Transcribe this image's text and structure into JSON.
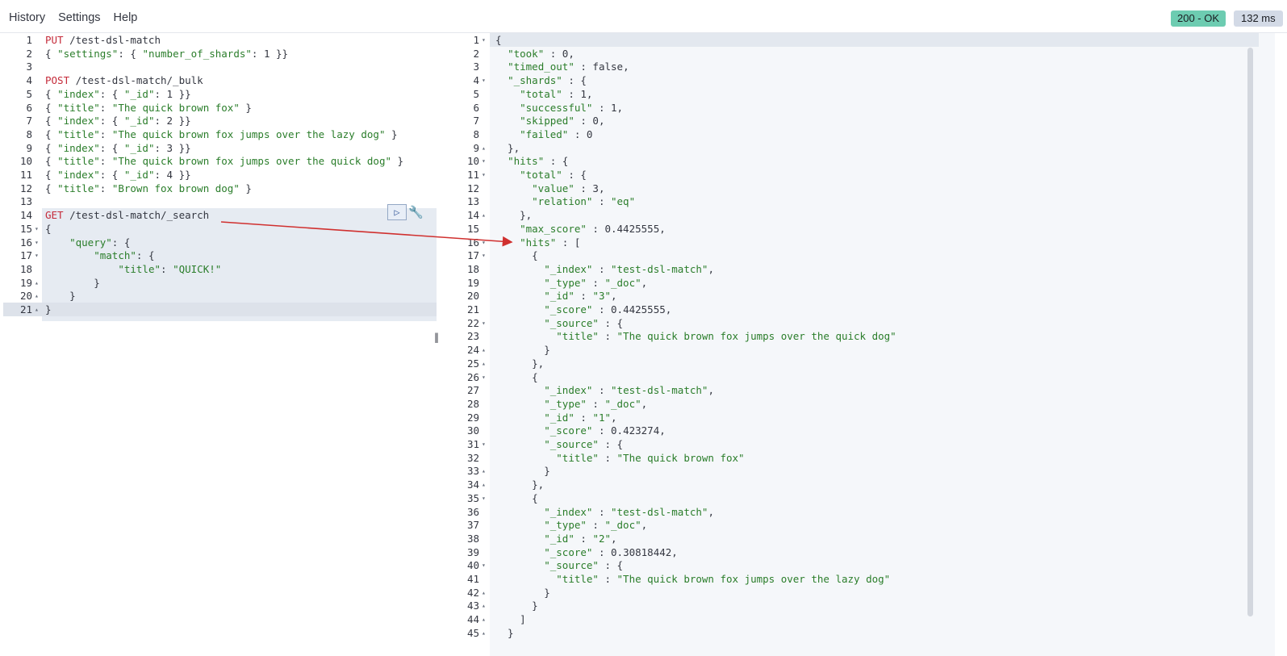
{
  "menu": {
    "history": "History",
    "settings": "Settings",
    "help": "Help"
  },
  "status": {
    "code": "200 - OK",
    "time": "132 ms"
  },
  "colors": {
    "status_ok": "#6dccb1",
    "method": "#c52b3a",
    "string": "#2a7d2a",
    "arrow": "#d0302f"
  },
  "icons": {
    "play": "play-icon",
    "wrench": "wrench-icon"
  },
  "request": {
    "lines": [
      {
        "n": "1",
        "t": [
          [
            "m",
            "PUT"
          ],
          [
            "k",
            " /test-dsl-match"
          ]
        ]
      },
      {
        "n": "2",
        "t": [
          [
            "k",
            "{ "
          ],
          [
            "s",
            "\"settings\""
          ],
          [
            "k",
            ": { "
          ],
          [
            "s",
            "\"number_of_shards\""
          ],
          [
            "k",
            ": 1 }}"
          ]
        ]
      },
      {
        "n": "3",
        "t": []
      },
      {
        "n": "4",
        "t": [
          [
            "m",
            "POST"
          ],
          [
            "k",
            " /test-dsl-match/_bulk"
          ]
        ]
      },
      {
        "n": "5",
        "t": [
          [
            "k",
            "{ "
          ],
          [
            "s",
            "\"index\""
          ],
          [
            "k",
            ": { "
          ],
          [
            "s",
            "\"_id\""
          ],
          [
            "k",
            ": 1 }}"
          ]
        ]
      },
      {
        "n": "6",
        "t": [
          [
            "k",
            "{ "
          ],
          [
            "s",
            "\"title\""
          ],
          [
            "k",
            ": "
          ],
          [
            "s",
            "\"The quick brown fox\""
          ],
          [
            "k",
            " }"
          ]
        ]
      },
      {
        "n": "7",
        "t": [
          [
            "k",
            "{ "
          ],
          [
            "s",
            "\"index\""
          ],
          [
            "k",
            ": { "
          ],
          [
            "s",
            "\"_id\""
          ],
          [
            "k",
            ": 2 }}"
          ]
        ]
      },
      {
        "n": "8",
        "t": [
          [
            "k",
            "{ "
          ],
          [
            "s",
            "\"title\""
          ],
          [
            "k",
            ": "
          ],
          [
            "s",
            "\"The quick brown fox jumps over the lazy dog\""
          ],
          [
            "k",
            " }"
          ]
        ]
      },
      {
        "n": "9",
        "t": [
          [
            "k",
            "{ "
          ],
          [
            "s",
            "\"index\""
          ],
          [
            "k",
            ": { "
          ],
          [
            "s",
            "\"_id\""
          ],
          [
            "k",
            ": 3 }}"
          ]
        ]
      },
      {
        "n": "10",
        "t": [
          [
            "k",
            "{ "
          ],
          [
            "s",
            "\"title\""
          ],
          [
            "k",
            ": "
          ],
          [
            "s",
            "\"The quick brown fox jumps over the quick dog\""
          ],
          [
            "k",
            " }"
          ]
        ]
      },
      {
        "n": "11",
        "t": [
          [
            "k",
            "{ "
          ],
          [
            "s",
            "\"index\""
          ],
          [
            "k",
            ": { "
          ],
          [
            "s",
            "\"_id\""
          ],
          [
            "k",
            ": 4 }}"
          ]
        ]
      },
      {
        "n": "12",
        "t": [
          [
            "k",
            "{ "
          ],
          [
            "s",
            "\"title\""
          ],
          [
            "k",
            ": "
          ],
          [
            "s",
            "\"Brown fox brown dog\""
          ],
          [
            "k",
            " }"
          ]
        ]
      },
      {
        "n": "13",
        "t": []
      },
      {
        "n": "14",
        "t": [
          [
            "m",
            "GET"
          ],
          [
            "k",
            " /test-dsl-match/_search"
          ]
        ]
      },
      {
        "n": "15",
        "f": "down",
        "t": [
          [
            "k",
            "{"
          ]
        ]
      },
      {
        "n": "16",
        "f": "down",
        "t": [
          [
            "k",
            "    "
          ],
          [
            "s",
            "\"query\""
          ],
          [
            "k",
            ": {"
          ]
        ]
      },
      {
        "n": "17",
        "f": "down",
        "t": [
          [
            "k",
            "        "
          ],
          [
            "s",
            "\"match\""
          ],
          [
            "k",
            ": {"
          ]
        ]
      },
      {
        "n": "18",
        "t": [
          [
            "k",
            "            "
          ],
          [
            "s",
            "\"title\""
          ],
          [
            "k",
            ": "
          ],
          [
            "s",
            "\"QUICK!\""
          ]
        ]
      },
      {
        "n": "19",
        "f": "up",
        "t": [
          [
            "k",
            "        }"
          ]
        ]
      },
      {
        "n": "20",
        "f": "up",
        "t": [
          [
            "k",
            "    }"
          ]
        ]
      },
      {
        "n": "21",
        "f": "up",
        "t": [
          [
            "k",
            "}"
          ]
        ]
      }
    ]
  },
  "response": {
    "lines": [
      {
        "n": "1",
        "f": "down",
        "t": [
          [
            "k",
            "{"
          ]
        ]
      },
      {
        "n": "2",
        "t": [
          [
            "k",
            "  "
          ],
          [
            "s",
            "\"took\""
          ],
          [
            "k",
            " : 0,"
          ]
        ]
      },
      {
        "n": "3",
        "t": [
          [
            "k",
            "  "
          ],
          [
            "s",
            "\"timed_out\""
          ],
          [
            "k",
            " : false,"
          ]
        ]
      },
      {
        "n": "4",
        "f": "down",
        "t": [
          [
            "k",
            "  "
          ],
          [
            "s",
            "\"_shards\""
          ],
          [
            "k",
            " : {"
          ]
        ]
      },
      {
        "n": "5",
        "t": [
          [
            "k",
            "    "
          ],
          [
            "s",
            "\"total\""
          ],
          [
            "k",
            " : 1,"
          ]
        ]
      },
      {
        "n": "6",
        "t": [
          [
            "k",
            "    "
          ],
          [
            "s",
            "\"successful\""
          ],
          [
            "k",
            " : 1,"
          ]
        ]
      },
      {
        "n": "7",
        "t": [
          [
            "k",
            "    "
          ],
          [
            "s",
            "\"skipped\""
          ],
          [
            "k",
            " : 0,"
          ]
        ]
      },
      {
        "n": "8",
        "t": [
          [
            "k",
            "    "
          ],
          [
            "s",
            "\"failed\""
          ],
          [
            "k",
            " : 0"
          ]
        ]
      },
      {
        "n": "9",
        "f": "up",
        "t": [
          [
            "k",
            "  },"
          ]
        ]
      },
      {
        "n": "10",
        "f": "down",
        "t": [
          [
            "k",
            "  "
          ],
          [
            "s",
            "\"hits\""
          ],
          [
            "k",
            " : {"
          ]
        ]
      },
      {
        "n": "11",
        "f": "down",
        "t": [
          [
            "k",
            "    "
          ],
          [
            "s",
            "\"total\""
          ],
          [
            "k",
            " : {"
          ]
        ]
      },
      {
        "n": "12",
        "t": [
          [
            "k",
            "      "
          ],
          [
            "s",
            "\"value\""
          ],
          [
            "k",
            " : 3,"
          ]
        ]
      },
      {
        "n": "13",
        "t": [
          [
            "k",
            "      "
          ],
          [
            "s",
            "\"relation\""
          ],
          [
            "k",
            " : "
          ],
          [
            "s",
            "\"eq\""
          ]
        ]
      },
      {
        "n": "14",
        "f": "up",
        "t": [
          [
            "k",
            "    },"
          ]
        ]
      },
      {
        "n": "15",
        "t": [
          [
            "k",
            "    "
          ],
          [
            "s",
            "\"max_score\""
          ],
          [
            "k",
            " : 0.4425555,"
          ]
        ]
      },
      {
        "n": "16",
        "f": "down",
        "t": [
          [
            "k",
            "    "
          ],
          [
            "s",
            "\"hits\""
          ],
          [
            "k",
            " : ["
          ]
        ]
      },
      {
        "n": "17",
        "f": "down",
        "t": [
          [
            "k",
            "      {"
          ]
        ]
      },
      {
        "n": "18",
        "t": [
          [
            "k",
            "        "
          ],
          [
            "s",
            "\"_index\""
          ],
          [
            "k",
            " : "
          ],
          [
            "s",
            "\"test-dsl-match\""
          ],
          [
            "k",
            ","
          ]
        ]
      },
      {
        "n": "19",
        "t": [
          [
            "k",
            "        "
          ],
          [
            "s",
            "\"_type\""
          ],
          [
            "k",
            " : "
          ],
          [
            "s",
            "\"_doc\""
          ],
          [
            "k",
            ","
          ]
        ]
      },
      {
        "n": "20",
        "t": [
          [
            "k",
            "        "
          ],
          [
            "s",
            "\"_id\""
          ],
          [
            "k",
            " : "
          ],
          [
            "s",
            "\"3\""
          ],
          [
            "k",
            ","
          ]
        ]
      },
      {
        "n": "21",
        "t": [
          [
            "k",
            "        "
          ],
          [
            "s",
            "\"_score\""
          ],
          [
            "k",
            " : 0.4425555,"
          ]
        ]
      },
      {
        "n": "22",
        "f": "down",
        "t": [
          [
            "k",
            "        "
          ],
          [
            "s",
            "\"_source\""
          ],
          [
            "k",
            " : {"
          ]
        ]
      },
      {
        "n": "23",
        "t": [
          [
            "k",
            "          "
          ],
          [
            "s",
            "\"title\""
          ],
          [
            "k",
            " : "
          ],
          [
            "s",
            "\"The quick brown fox jumps over the quick dog\""
          ]
        ]
      },
      {
        "n": "24",
        "f": "up",
        "t": [
          [
            "k",
            "        }"
          ]
        ]
      },
      {
        "n": "25",
        "f": "up",
        "t": [
          [
            "k",
            "      },"
          ]
        ]
      },
      {
        "n": "26",
        "f": "down",
        "t": [
          [
            "k",
            "      {"
          ]
        ]
      },
      {
        "n": "27",
        "t": [
          [
            "k",
            "        "
          ],
          [
            "s",
            "\"_index\""
          ],
          [
            "k",
            " : "
          ],
          [
            "s",
            "\"test-dsl-match\""
          ],
          [
            "k",
            ","
          ]
        ]
      },
      {
        "n": "28",
        "t": [
          [
            "k",
            "        "
          ],
          [
            "s",
            "\"_type\""
          ],
          [
            "k",
            " : "
          ],
          [
            "s",
            "\"_doc\""
          ],
          [
            "k",
            ","
          ]
        ]
      },
      {
        "n": "29",
        "t": [
          [
            "k",
            "        "
          ],
          [
            "s",
            "\"_id\""
          ],
          [
            "k",
            " : "
          ],
          [
            "s",
            "\"1\""
          ],
          [
            "k",
            ","
          ]
        ]
      },
      {
        "n": "30",
        "t": [
          [
            "k",
            "        "
          ],
          [
            "s",
            "\"_score\""
          ],
          [
            "k",
            " : 0.423274,"
          ]
        ]
      },
      {
        "n": "31",
        "f": "down",
        "t": [
          [
            "k",
            "        "
          ],
          [
            "s",
            "\"_source\""
          ],
          [
            "k",
            " : {"
          ]
        ]
      },
      {
        "n": "32",
        "t": [
          [
            "k",
            "          "
          ],
          [
            "s",
            "\"title\""
          ],
          [
            "k",
            " : "
          ],
          [
            "s",
            "\"The quick brown fox\""
          ]
        ]
      },
      {
        "n": "33",
        "f": "up",
        "t": [
          [
            "k",
            "        }"
          ]
        ]
      },
      {
        "n": "34",
        "f": "up",
        "t": [
          [
            "k",
            "      },"
          ]
        ]
      },
      {
        "n": "35",
        "f": "down",
        "t": [
          [
            "k",
            "      {"
          ]
        ]
      },
      {
        "n": "36",
        "t": [
          [
            "k",
            "        "
          ],
          [
            "s",
            "\"_index\""
          ],
          [
            "k",
            " : "
          ],
          [
            "s",
            "\"test-dsl-match\""
          ],
          [
            "k",
            ","
          ]
        ]
      },
      {
        "n": "37",
        "t": [
          [
            "k",
            "        "
          ],
          [
            "s",
            "\"_type\""
          ],
          [
            "k",
            " : "
          ],
          [
            "s",
            "\"_doc\""
          ],
          [
            "k",
            ","
          ]
        ]
      },
      {
        "n": "38",
        "t": [
          [
            "k",
            "        "
          ],
          [
            "s",
            "\"_id\""
          ],
          [
            "k",
            " : "
          ],
          [
            "s",
            "\"2\""
          ],
          [
            "k",
            ","
          ]
        ]
      },
      {
        "n": "39",
        "t": [
          [
            "k",
            "        "
          ],
          [
            "s",
            "\"_score\""
          ],
          [
            "k",
            " : 0.30818442,"
          ]
        ]
      },
      {
        "n": "40",
        "f": "down",
        "t": [
          [
            "k",
            "        "
          ],
          [
            "s",
            "\"_source\""
          ],
          [
            "k",
            " : {"
          ]
        ]
      },
      {
        "n": "41",
        "t": [
          [
            "k",
            "          "
          ],
          [
            "s",
            "\"title\""
          ],
          [
            "k",
            " : "
          ],
          [
            "s",
            "\"The quick brown fox jumps over the lazy dog\""
          ]
        ]
      },
      {
        "n": "42",
        "f": "up",
        "t": [
          [
            "k",
            "        }"
          ]
        ]
      },
      {
        "n": "43",
        "f": "up",
        "t": [
          [
            "k",
            "      }"
          ]
        ]
      },
      {
        "n": "44",
        "f": "up",
        "t": [
          [
            "k",
            "    ]"
          ]
        ]
      },
      {
        "n": "45",
        "f": "up",
        "t": [
          [
            "k",
            "  }"
          ]
        ]
      }
    ]
  }
}
